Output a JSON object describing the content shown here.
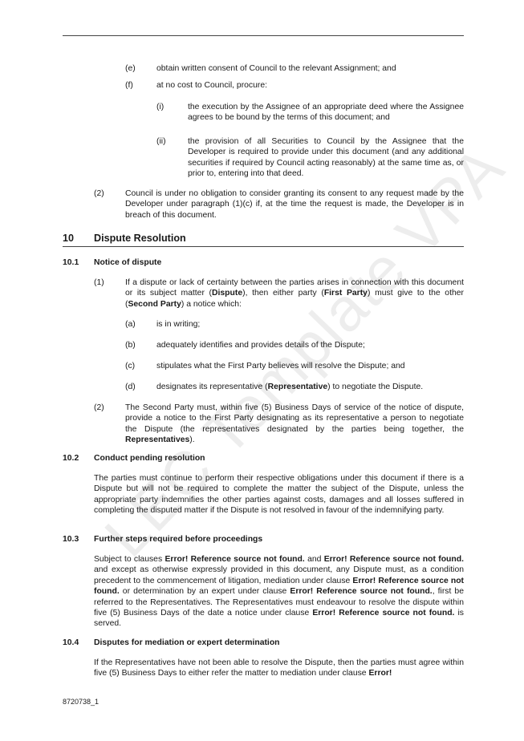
{
  "watermark": "LEC Template VPA",
  "items": {
    "e": {
      "label": "(e)",
      "text": "obtain written consent of Council to the relevant Assignment; and"
    },
    "f": {
      "label": "(f)",
      "text": "at no cost to Council, procure:"
    },
    "i": {
      "label": "(i)",
      "text": "the execution by the Assignee of an appropriate deed where the Assignee agrees to be bound by the terms of this document; and"
    },
    "ii": {
      "label": "(ii)",
      "text": "the provision of all Securities to Council by the Assignee that the Developer is required to provide under this document (and any additional securities if required by Council acting reasonably) at the same time as, or prior to, entering into that deed."
    },
    "p2": {
      "label": "(2)",
      "text": "Council is under no obligation to consider granting its consent to any request made by the Developer under paragraph (1)(c) if, at the time the request is made, the Developer is in breach of this document."
    }
  },
  "section10": {
    "number": "10",
    "title": "Dispute Resolution"
  },
  "s10_1": {
    "number": "10.1",
    "title": "Notice of dispute",
    "p1_label": "(1)",
    "p1_a": "If a dispute or lack of certainty between the parties arises in connection with this document or its subject matter (",
    "p1_b": "Dispute",
    "p1_c": "), then either party (",
    "p1_d": "First Party",
    "p1_e": ") must give to the other (",
    "p1_f": "Second Party",
    "p1_g": ") a notice which:",
    "a_label": "(a)",
    "a_text": "is in writing;",
    "b_label": "(b)",
    "b_text": "adequately identifies and provides details of the Dispute;",
    "c_label": "(c)",
    "c_text": "stipulates what the First Party believes will resolve the Dispute; and",
    "d_label": "(d)",
    "d_a": "designates its representative (",
    "d_b": "Representative",
    "d_c": ") to negotiate the Dispute.",
    "p2_label": "(2)",
    "p2_a": "The Second Party must, within five (5) Business Days of service of the notice of dispute, provide a notice to the First Party designating as its representative a person to negotiate the Dispute (the representatives designated by the parties being together, the ",
    "p2_b": "Representatives",
    "p2_c": ")."
  },
  "s10_2": {
    "number": "10.2",
    "title": "Conduct pending resolution",
    "text": "The parties must continue to perform their respective obligations under this document if there is a Dispute but will not be required to complete the matter the subject of the Dispute, unless the appropriate party indemnifies the other parties against costs, damages and all losses suffered in completing the disputed matter if the Dispute is not resolved in favour of the indemnifying party."
  },
  "s10_3": {
    "number": "10.3",
    "title": "Further steps required before proceedings",
    "t1": "Subject to clauses ",
    "err": "Error! Reference source not found.",
    "t2": " and ",
    "t3": " and except as otherwise expressly provided in this document, any Dispute must, as a condition precedent to the commencement of litigation, mediation under clause ",
    "t4": " or determination by an expert under clause ",
    "t5": ", first be referred to the Representatives. The Representatives must endeavour to resolve the dispute within five (5) Business Days of the date a notice under clause ",
    "t6": " is served."
  },
  "s10_4": {
    "number": "10.4",
    "title": "Disputes for mediation or expert determination",
    "t1": "If the Representatives have not been able to resolve the Dispute, then the parties must agree within five (5) Business Days to either refer the matter to mediation under clause ",
    "err": "Error!"
  },
  "footer": {
    "doc_id": "8720738_1"
  }
}
